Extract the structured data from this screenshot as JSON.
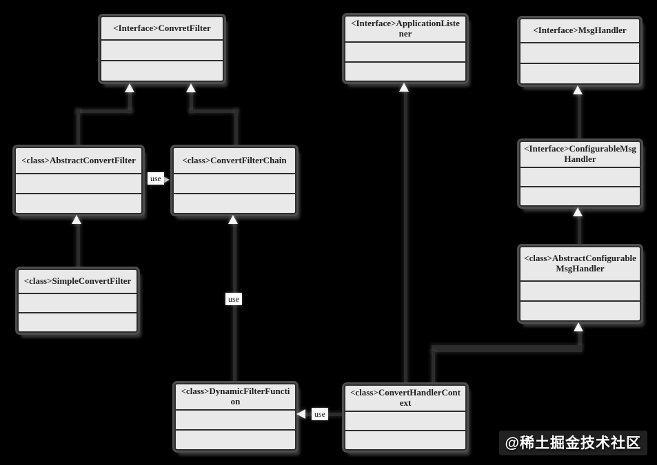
{
  "diagram_type": "uml-class-diagram",
  "colors": {
    "background": "#000000",
    "box_fill": "#e9e9e9",
    "box_border": "#2d2d2d",
    "line": "#2c2c2c",
    "arrowhead_fill": "#f5f5f5",
    "use_label_bg": "#ffffff",
    "title_text": "#1f1f1f",
    "watermark_text": "#ffffff"
  },
  "nodes": {
    "convret_filter": {
      "label": "<Interface>ConvretFilter",
      "stereotype": "Interface",
      "name": "ConvretFilter",
      "fields": [],
      "methods": []
    },
    "application_listener": {
      "label": "<Interface>ApplicationListener",
      "stereotype": "Interface",
      "name": "ApplicationListener",
      "fields": [],
      "methods": []
    },
    "msg_handler": {
      "label": "<Interface>MsgHandler",
      "stereotype": "Interface",
      "name": "MsgHandler",
      "fields": [],
      "methods": []
    },
    "abstract_convert_filter": {
      "label": "<class>AbstractConvertFilter",
      "stereotype": "class",
      "name": "AbstractConvertFilter",
      "fields": [],
      "methods": []
    },
    "convert_filter_chain": {
      "label": "<class>ConvertFilterChain",
      "stereotype": "class",
      "name": "ConvertFilterChain",
      "fields": [],
      "methods": []
    },
    "configurable_msg_handler": {
      "label": "<Interface>ConfigurableMsgHandler",
      "stereotype": "Interface",
      "name": "ConfigurableMsgHandler",
      "fields": [],
      "methods": []
    },
    "simple_convert_filter": {
      "label": "<class>SimpleConvertFilter",
      "stereotype": "class",
      "name": "SimpleConvertFilter",
      "fields": [],
      "methods": []
    },
    "abstract_configurable_msg_handler": {
      "label": "<class>AbstractConfigurableMsgHandler",
      "stereotype": "class",
      "name": "AbstractConfigurableMsgHandler",
      "fields": [],
      "methods": []
    },
    "dynamic_filter_function": {
      "label": "<class>DynamicFilterFunction",
      "stereotype": "class",
      "name": "DynamicFilterFunction",
      "fields": [],
      "methods": []
    },
    "convert_handler_context": {
      "label": "<class>ConvertHandlerContext",
      "stereotype": "class",
      "name": "ConvertHandlerContext",
      "fields": [],
      "methods": []
    }
  },
  "relationships": [
    {
      "from": "AbstractConvertFilter",
      "to": "ConvretFilter",
      "type": "inheritance-arrow-up"
    },
    {
      "from": "ConvertFilterChain",
      "to": "ConvretFilter",
      "type": "inheritance-arrow-up"
    },
    {
      "from": "SimpleConvertFilter",
      "to": "AbstractConvertFilter",
      "type": "inheritance-arrow-up"
    },
    {
      "from": "AbstractConvertFilter",
      "to": "ConvertFilterChain",
      "type": "use"
    },
    {
      "from": "DynamicFilterFunction",
      "to": "ConvertFilterChain",
      "type": "use-arrow-up"
    },
    {
      "from": "ConvertHandlerContext",
      "to": "ApplicationListener",
      "type": "inheritance-arrow-up"
    },
    {
      "from": "AbstractConfigurableMsgHandler",
      "to": "ConfigurableMsgHandler",
      "type": "inheritance-arrow-up"
    },
    {
      "from": "ConfigurableMsgHandler",
      "to": "MsgHandler",
      "type": "inheritance-arrow-up"
    },
    {
      "from": "ConvertHandlerContext",
      "to": "AbstractConfigurableMsgHandler",
      "type": "inheritance-arrow-up"
    },
    {
      "from": "ConvertHandlerContext",
      "to": "DynamicFilterFunction",
      "type": "use-arrow-left"
    }
  ],
  "edge_labels": [
    "use",
    "use",
    "use"
  ],
  "watermark": {
    "text": "@稀土掘金技术社区"
  }
}
